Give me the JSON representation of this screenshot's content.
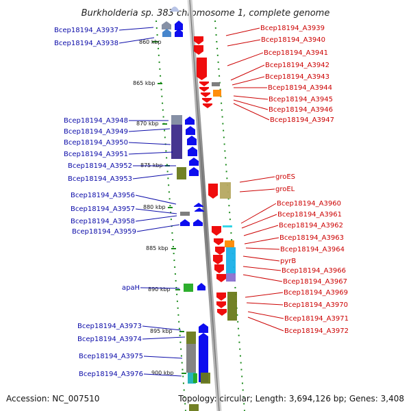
{
  "title": "Burkholderia sp. 383 chromosome 1, complete genome",
  "accession": "Accession: NC_007510",
  "topology": "Topology: circular; Length: 3,694,126 bp; Genes: 3,408",
  "ruler": [
    "860 kbp",
    "865 kbp",
    "870 kbp",
    "875 kbp",
    "880 kbp",
    "885 kbp",
    "890 kbp",
    "895 kbp",
    "900 kbp"
  ],
  "left_labels": [
    "Bcep18194_A3937",
    "Bcep18194_A3938",
    "Bcep18194_A3948",
    "Bcep18194_A3949",
    "Bcep18194_A3950",
    "Bcep18194_A3951",
    "Bcep18194_A3952",
    "Bcep18194_A3953",
    "Bcep18194_A3956",
    "Bcep18194_A3957",
    "Bcep18194_A3958",
    "Bcep18194_A3959",
    "apaH",
    "Bcep18194_A3973",
    "Bcep18194_A3974",
    "Bcep18194_A3975",
    "Bcep18194_A3976"
  ],
  "right_labels": [
    "Bcep18194_A3939",
    "Bcep18194_A3940",
    "Bcep18194_A3941",
    "Bcep18194_A3942",
    "Bcep18194_A3943",
    "Bcep18194_A3944",
    "Bcep18194_A3945",
    "Bcep18194_A3946",
    "Bcep18194_A3947",
    "groES",
    "groEL",
    "Bcep18194_A3960",
    "Bcep18194_A3961",
    "Bcep18194_A3962",
    "Bcep18194_A3963",
    "Bcep18194_A3964",
    "pyrB",
    "Bcep18194_A3966",
    "Bcep18194_A3967",
    "Bcep18194_A3969",
    "Bcep18194_A3970",
    "Bcep18194_A3971",
    "Bcep18194_A3972"
  ],
  "colors": {
    "forward_strand": "#0000ee",
    "reverse_strand": "#ee0000",
    "left_label": "#0a0aa8",
    "right_label": "#cc0000",
    "backbone": "#9a9a9a",
    "dotted_guide": "#1a8a1a"
  }
}
